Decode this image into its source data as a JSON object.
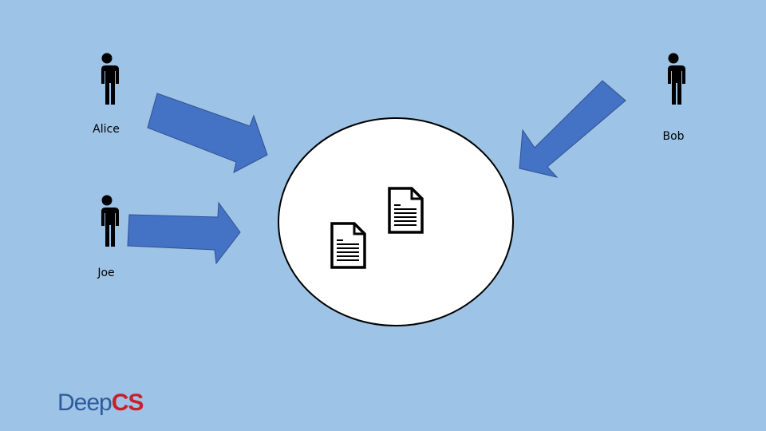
{
  "people": [
    {
      "name": "Alice"
    },
    {
      "name": "Joe"
    },
    {
      "name": "Bob"
    }
  ],
  "logo": {
    "part1": "Deep",
    "part2": "CS"
  },
  "colors": {
    "background": "#9dc3e6",
    "arrow_fill": "#4472c4",
    "circle_fill": "#ffffff",
    "logo_part1": "#2e5b9a",
    "logo_part2": "#c8202a"
  },
  "icons": [
    "person-icon",
    "document-icon",
    "arrow-icon"
  ]
}
